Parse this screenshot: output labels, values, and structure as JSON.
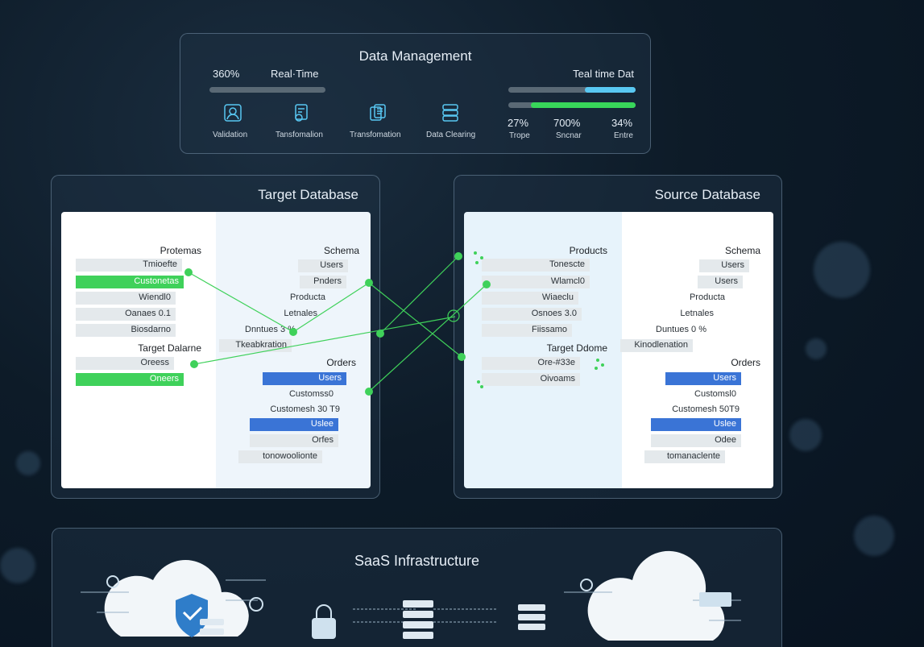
{
  "data_management": {
    "title": "Data Management",
    "left": {
      "percent": "360%",
      "realtime": "Real·Time"
    },
    "right": {
      "title": "Teal time Dat",
      "progress_blue": 0.4,
      "progress_green": 0.82
    },
    "steps": [
      {
        "label": "Validation",
        "icon": "user-shield-icon"
      },
      {
        "label": "Tansfomalion",
        "icon": "transform-icon"
      },
      {
        "label": "Transfomation",
        "icon": "documents-icon"
      },
      {
        "label": "Data Clearing",
        "icon": "database-icon"
      }
    ],
    "stats": [
      {
        "value": "34%",
        "label": "Entre"
      },
      {
        "value": "700%",
        "label": "Sncnar"
      },
      {
        "value": "27%",
        "label": "Trope"
      }
    ],
    "colors": {
      "blue": "#59c8f2",
      "green": "#38d65a"
    }
  },
  "target_db": {
    "title": "Target Database",
    "left_col": {
      "section1": "Protemas",
      "rows1": [
        "Tmioefte",
        "Custonetas",
        "Wiendl0",
        "Oanaes 0.1",
        "Biosdarno"
      ],
      "section2": "Target Dalarne",
      "rows2": [
        "Oreess",
        "Oneers"
      ]
    },
    "right_col": {
      "section1": "Schema",
      "rows1": [
        "Users",
        "Pnders",
        "Producta",
        "Letnales",
        "Dnntues 3 %",
        "Tkeabkration"
      ],
      "section2": "Orders",
      "rows2": [
        "Users",
        "Customss0"
      ],
      "row_extra": "Customesh 30 T9",
      "rows3": [
        "Uslee",
        "Orfes",
        "tonowoolionte"
      ]
    }
  },
  "source_db": {
    "title": "Source Database",
    "left_col": {
      "section1": "Products",
      "rows1": [
        "Tonescte",
        "Wlamcl0",
        "Wiaeclu",
        "Osnoes 3.0",
        "Fiissamo"
      ],
      "section2": "Target Ddome",
      "rows2": [
        "Ore-#33e",
        "Oivoams"
      ]
    },
    "right_col": {
      "section1": "Schema",
      "rows1": [
        "Users",
        "Users",
        "Producta",
        "Letnales",
        "Duntues 0 %",
        "Kinodlenation"
      ],
      "section2": "Orders",
      "rows2": [
        "Users",
        "Customsl0"
      ],
      "row_extra": "Customesh 50T9",
      "rows3": [
        "Uslee",
        "Odee",
        "tomanaclente"
      ]
    }
  },
  "saas": {
    "title": "SaaS Infrastructure"
  }
}
